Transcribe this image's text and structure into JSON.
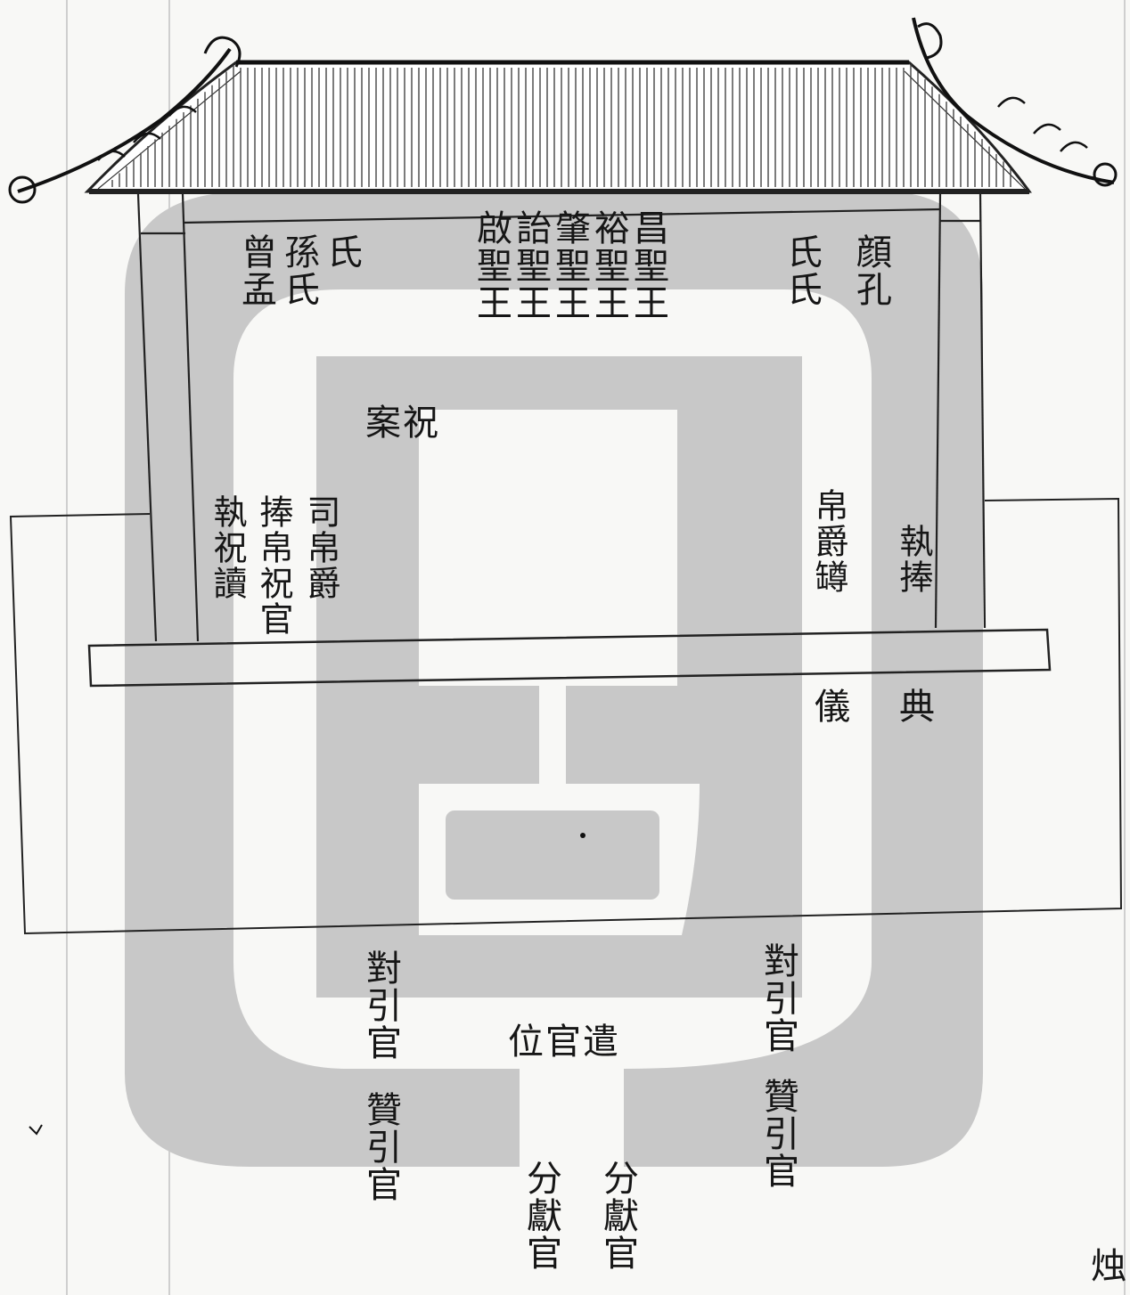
{
  "colors": {
    "paper": "#f8f8f6",
    "ink": "#161616",
    "watermark": "#c8c8c8"
  },
  "hall": {
    "right_column_1": "顔孔",
    "right_column_2": "氏氏",
    "center_column_1": "昌聖王",
    "center_column_2": "裕聖王",
    "center_column_3": "肇聖王",
    "center_column_4": "詒聖王",
    "center_column_5": "啟聖王",
    "left_column_1": "氏",
    "left_column_2": "孫氏",
    "left_column_3": "曾孟",
    "altar_table": "祝案"
  },
  "attendants": {
    "right_outer": "執捧",
    "right_inner": "帛爵罇",
    "left_1": "司帛爵",
    "left_2": "捧帛祝官",
    "left_3": "執祝讀"
  },
  "hall_lower": {
    "dianyi": "典",
    "dianyi_2": "儀"
  },
  "courtyard": {
    "duiyin_right": "對引官",
    "duiyin_left": "對引官",
    "official_position": "遣官位",
    "zanyin_right": "贊引官",
    "zanyin_left": "贊引官",
    "fenxian_right": "分獻官",
    "fenxian_left": "分獻官"
  },
  "margin": {
    "corner_glyph": "烛"
  }
}
